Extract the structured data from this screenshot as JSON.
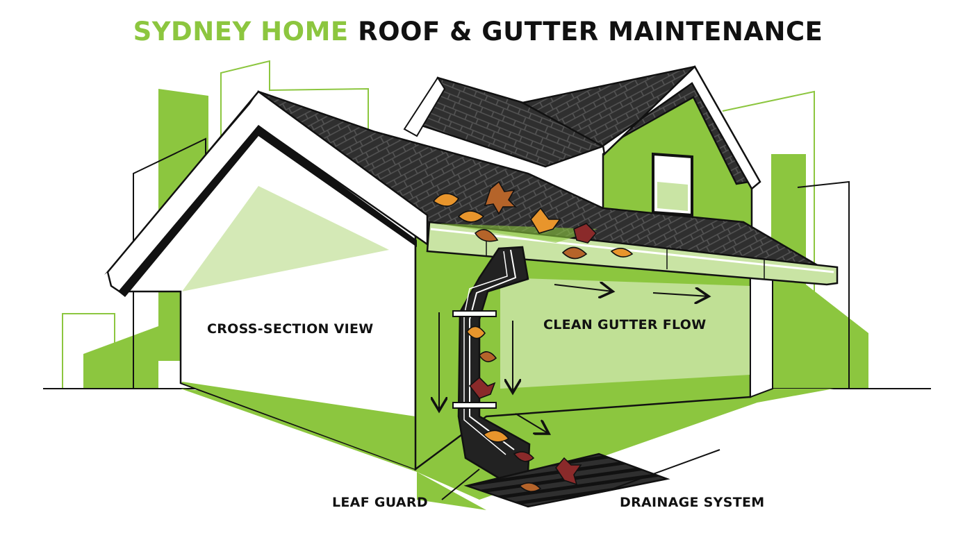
{
  "title": {
    "accent_text": "SYDNEY HOME",
    "main_text": "ROOF & GUTTER MAINTENANCE"
  },
  "labels": {
    "cross_section": "CROSS-SECTION VIEW",
    "clean_flow": "CLEAN GUTTER FLOW",
    "leaf_guard": "LEAF GUARD",
    "drainage": "DRAINAGE SYSTEM"
  },
  "colors": {
    "accent_green": "#8cc63f",
    "light_green": "#c9e4a4",
    "roof_dark": "#2f2f2f",
    "outline": "#111111",
    "leaf_orange": "#e8952c",
    "leaf_red": "#8a2a2a",
    "leaf_brown": "#b5642a"
  },
  "icons": [
    "leaf-icon",
    "arrow-right-icon",
    "arrow-down-icon"
  ]
}
